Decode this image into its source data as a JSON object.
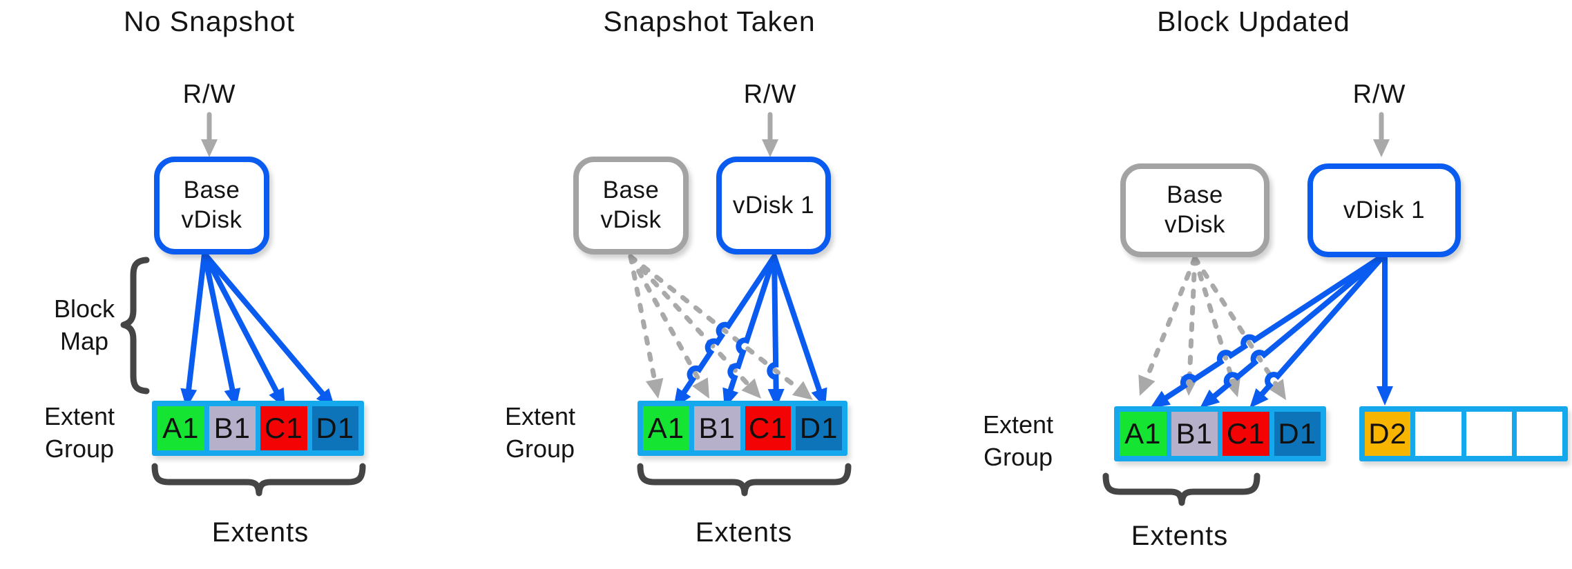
{
  "colors": {
    "accent_blue": "#0A5BF0",
    "cyan": "#16A8EC",
    "arrow_gray": "#A9A9A9",
    "box_gray": "#A3A3A3",
    "brace_dark": "#454545",
    "text": "#141414",
    "block_green": "#15E432",
    "block_lavender": "#B6B0CA",
    "block_red": "#F40305",
    "block_steel_blue": "#0E74BA",
    "block_amber": "#F7B500",
    "block_white": "#FFFFFF"
  },
  "panels": [
    {
      "title": "No Snapshot",
      "rw_label": "R/W",
      "base_vdisk": {
        "line1": "Base",
        "line2": "vDisk"
      },
      "block_map_label": {
        "line1": "Block",
        "line2": "Map"
      },
      "extent_group_label": {
        "line1": "Extent",
        "line2": "Group"
      },
      "extents_label": "Extents",
      "extent_group": {
        "blocks": [
          {
            "label": "A1",
            "color": "#15E432"
          },
          {
            "label": "B1",
            "color": "#B6B0CA"
          },
          {
            "label": "C1",
            "color": "#F40305"
          },
          {
            "label": "D1",
            "color": "#0E74BA"
          }
        ]
      }
    },
    {
      "title": "Snapshot Taken",
      "rw_label": "R/W",
      "base_vdisk": {
        "line1": "Base",
        "line2": "vDisk"
      },
      "vdisk1_label": "vDisk 1",
      "extent_group_label": {
        "line1": "Extent",
        "line2": "Group"
      },
      "extents_label": "Extents",
      "extent_group": {
        "blocks": [
          {
            "label": "A1",
            "color": "#15E432"
          },
          {
            "label": "B1",
            "color": "#B6B0CA"
          },
          {
            "label": "C1",
            "color": "#F40305"
          },
          {
            "label": "D1",
            "color": "#0E74BA"
          }
        ]
      }
    },
    {
      "title": "Block Updated",
      "rw_label": "R/W",
      "base_vdisk": {
        "line1": "Base",
        "line2": "vDisk"
      },
      "vdisk1_label": "vDisk 1",
      "extent_group_label": {
        "line1": "Extent",
        "line2": "Group"
      },
      "extents_label": "Extents",
      "extent_group": {
        "blocks": [
          {
            "label": "A1",
            "color": "#15E432"
          },
          {
            "label": "B1",
            "color": "#B6B0CA"
          },
          {
            "label": "C1",
            "color": "#F40305"
          },
          {
            "label": "D1",
            "color": "#0E74BA"
          }
        ]
      },
      "new_extent_group": {
        "blocks": [
          {
            "label": "D2",
            "color": "#F7B500"
          },
          {
            "label": "",
            "color": "#FFFFFF"
          },
          {
            "label": "",
            "color": "#FFFFFF"
          },
          {
            "label": "",
            "color": "#FFFFFF"
          }
        ]
      }
    }
  ]
}
